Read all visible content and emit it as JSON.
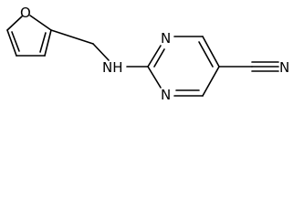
{
  "diagram": {
    "type": "chemical-structure",
    "atoms": {
      "furan_oxygen": "O",
      "amine_nitrogen": "NH",
      "ring_nitrogen_top": "N",
      "ring_nitrogen_bottom": "N",
      "nitrile_nitrogen": "N"
    },
    "colors": {
      "stroke": "#000000",
      "text": "#000000",
      "background": "#ffffff"
    }
  }
}
